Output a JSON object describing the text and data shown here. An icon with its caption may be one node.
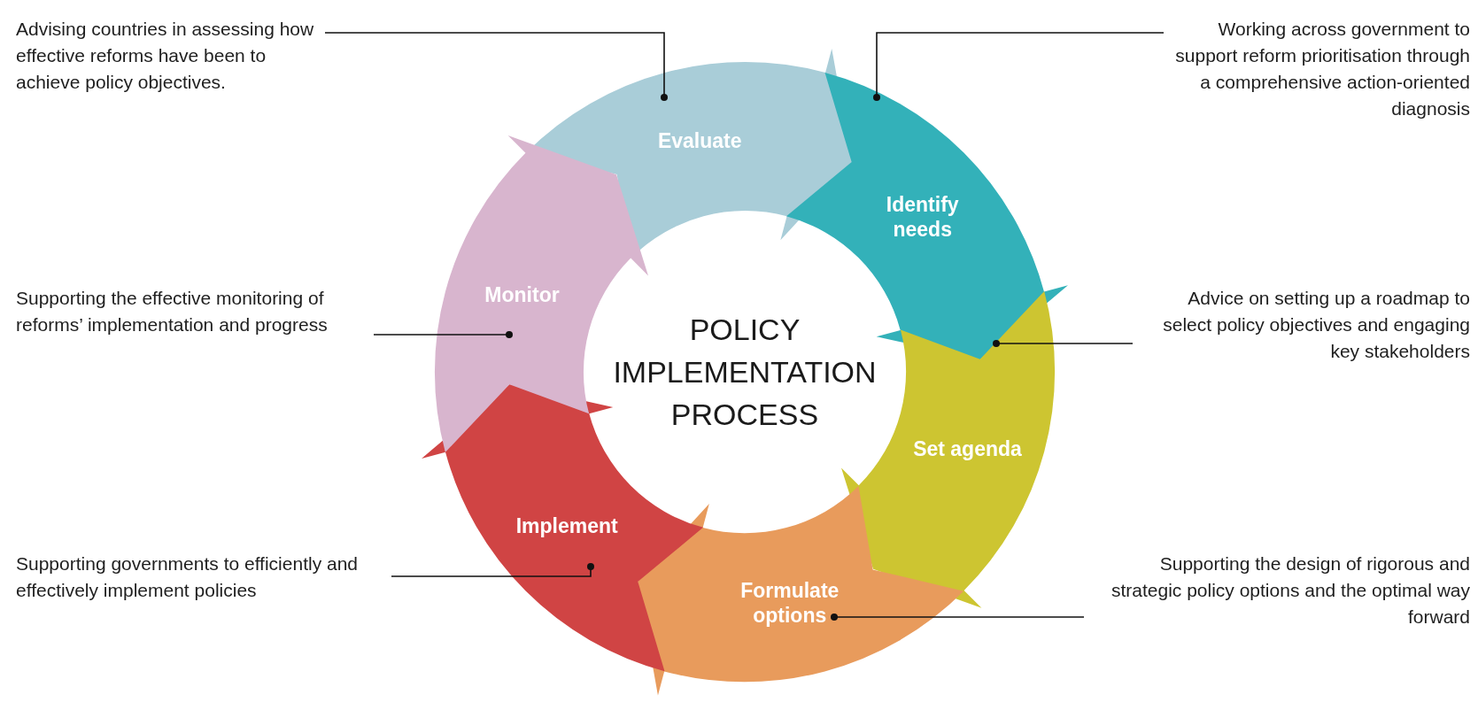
{
  "diagram": {
    "nodes": [
      {
        "text": [
          "POLICY IMPLEMENTATION PROCESS"
        ]
      },
      {
        "text": [
          "Evaluate"
        ]
      },
      {
        "text": [
          "Identify needs"
        ]
      },
      {
        "text": [
          "Set agenda"
        ]
      },
      {
        "text": [
          "Formulate options"
        ]
      },
      {
        "text": [
          "Implement"
        ]
      },
      {
        "text": [
          "Monitor"
        ]
      },
      {
        "text": [
          "Advising countries in assessing how effective reforms have been to achieve policy objectives."
        ]
      },
      {
        "text": [
          "Working across government to support reform prioritisation through a comprehensive action-oriented diagnosis"
        ]
      },
      {
        "text": [
          "Supporting the effective monitoring of reforms’ implementation and progress"
        ]
      },
      {
        "text": [
          "Advice on setting up a roadmap to select policy objectives and engaging key stakeholders"
        ]
      },
      {
        "text": [
          "Supporting governments to efficiently and effectively implement policies"
        ]
      },
      {
        "text": [
          "Supporting the design of rigorous and strategic policy options and the optimal way forward"
        ]
      }
    ],
    "edges": [
      {
        "from": 7,
        "to": 1,
        "arrow": "other"
      },
      {
        "from": 8,
        "to": 2,
        "arrow": "other"
      },
      {
        "from": 9,
        "to": 6,
        "arrow": "other"
      },
      {
        "from": 10,
        "to": 3,
        "arrow": "other"
      },
      {
        "from": 11,
        "to": 5,
        "arrow": "other"
      },
      {
        "from": 12,
        "to": 4,
        "arrow": "other"
      }
    ]
  }
}
